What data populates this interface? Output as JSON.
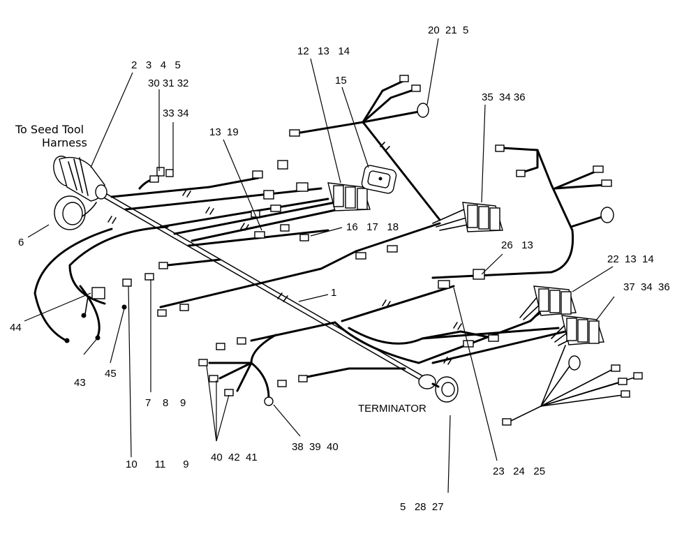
{
  "callouts": {
    "c_2_3_4_5": "2   3   4   5",
    "c_30_31_32": "30 31 32",
    "c_33_34": "33 34",
    "c_12_13_14": "12   13   14",
    "c_20_21_5": "20  21  5",
    "c_15": "15",
    "c_35_34_36": "35  34 36",
    "c_13_19": "13  19",
    "c_16_17_18": "16   17   18",
    "c_6": "6",
    "c_26_13": "26   13",
    "c_22_13_14": "22  13  14",
    "c_37_34_36": "37  34  36",
    "c_1": "1",
    "c_44": "44",
    "c_43": "43",
    "c_45": "45",
    "c_7_8_9": "7    8    9",
    "c_10_11_9": "10      11      9",
    "c_40_42_41": "40  42  41",
    "c_38_39_40": "38  39  40",
    "c_23_24_25": "23   24   25",
    "c_5_28_27": "5   28  27"
  },
  "labels": {
    "seed_tool_line1": "To Seed Tool",
    "seed_tool_line2": "Harness",
    "terminator": "TERMINATOR"
  }
}
